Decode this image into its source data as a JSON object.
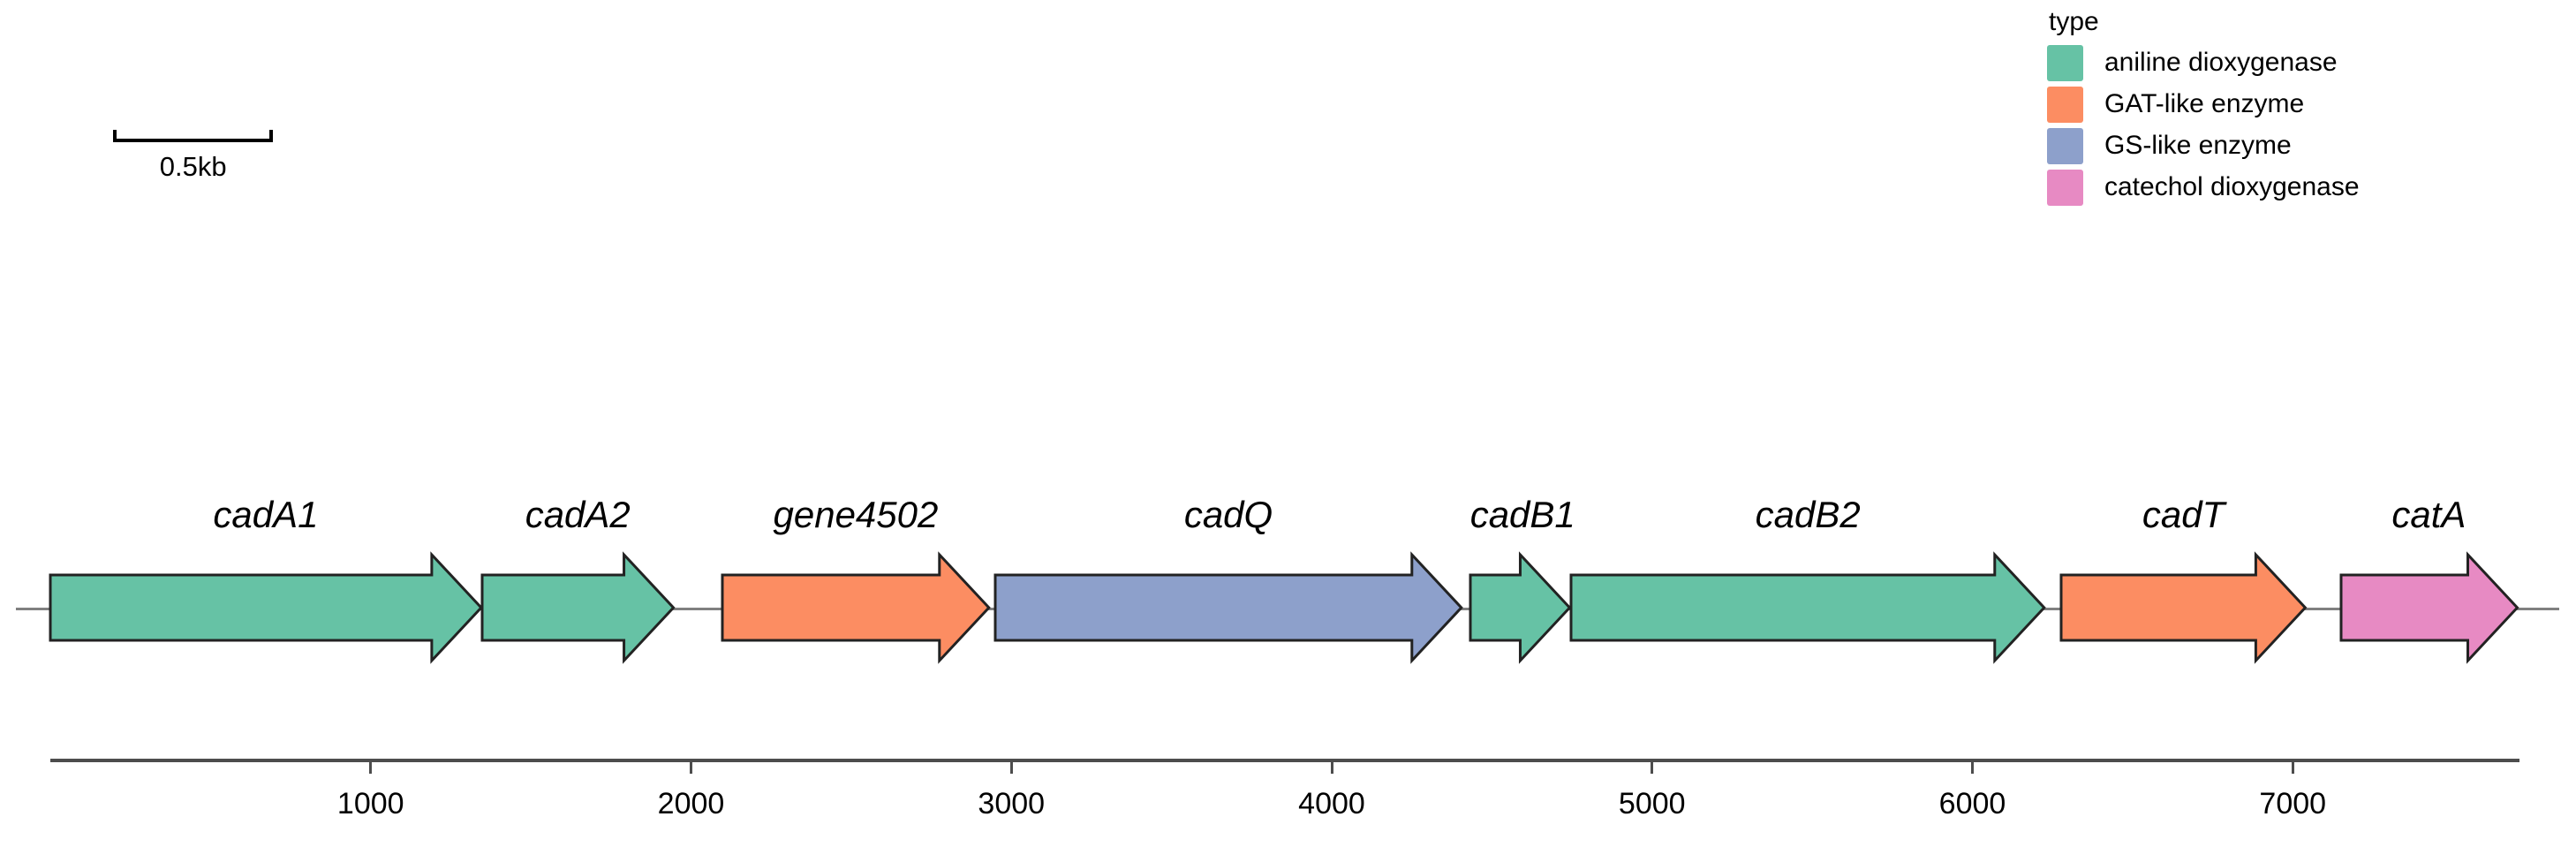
{
  "legend": {
    "title": "type",
    "items": [
      {
        "label": "aniline dioxygenase",
        "color": "#66c2a5"
      },
      {
        "label": "GAT-like enzyme",
        "color": "#fc8d62"
      },
      {
        "label": "GS-like enzyme",
        "color": "#8da0cb"
      },
      {
        "label": "catechol dioxygenase",
        "color": "#e78ac3"
      }
    ]
  },
  "scalebar": {
    "label": "0.5kb",
    "length_bp": 500
  },
  "chart_data": {
    "type": "diagram",
    "title": "",
    "xlabel": "",
    "ylabel": "",
    "xlim": [
      0,
      7700
    ],
    "axis_ticks": [
      1000,
      2000,
      3000,
      4000,
      5000,
      6000,
      7000
    ],
    "tick_labels": [
      "1000",
      "2000",
      "3000",
      "4000",
      "5000",
      "6000",
      "7000"
    ],
    "grid": false,
    "legend_position": "top-right",
    "genes": [
      {
        "name": "cadA1",
        "start": 0,
        "end": 1345,
        "strand": "+",
        "type": "aniline dioxygenase",
        "color": "#66c2a5"
      },
      {
        "name": "cadA2",
        "start": 1348,
        "end": 1945,
        "strand": "+",
        "type": "aniline dioxygenase",
        "color": "#66c2a5"
      },
      {
        "name": "gene4502",
        "start": 2098,
        "end": 2930,
        "strand": "+",
        "type": "GAT-like enzyme",
        "color": "#fc8d62"
      },
      {
        "name": "cadQ",
        "start": 2950,
        "end": 4405,
        "strand": "+",
        "type": "GS-like enzyme",
        "color": "#8da0cb"
      },
      {
        "name": "cadB1",
        "start": 4432,
        "end": 4742,
        "strand": "+",
        "type": "aniline dioxygenase",
        "color": "#66c2a5"
      },
      {
        "name": "cadB2",
        "start": 4748,
        "end": 6225,
        "strand": "+",
        "type": "aniline dioxygenase",
        "color": "#66c2a5"
      },
      {
        "name": "cadT",
        "start": 6278,
        "end": 7040,
        "strand": "+",
        "type": "GAT-like enzyme",
        "color": "#fc8d62"
      },
      {
        "name": "catA",
        "start": 7150,
        "end": 7700,
        "strand": "+",
        "type": "catechol dioxygenase",
        "color": "#e78ac3"
      }
    ]
  }
}
